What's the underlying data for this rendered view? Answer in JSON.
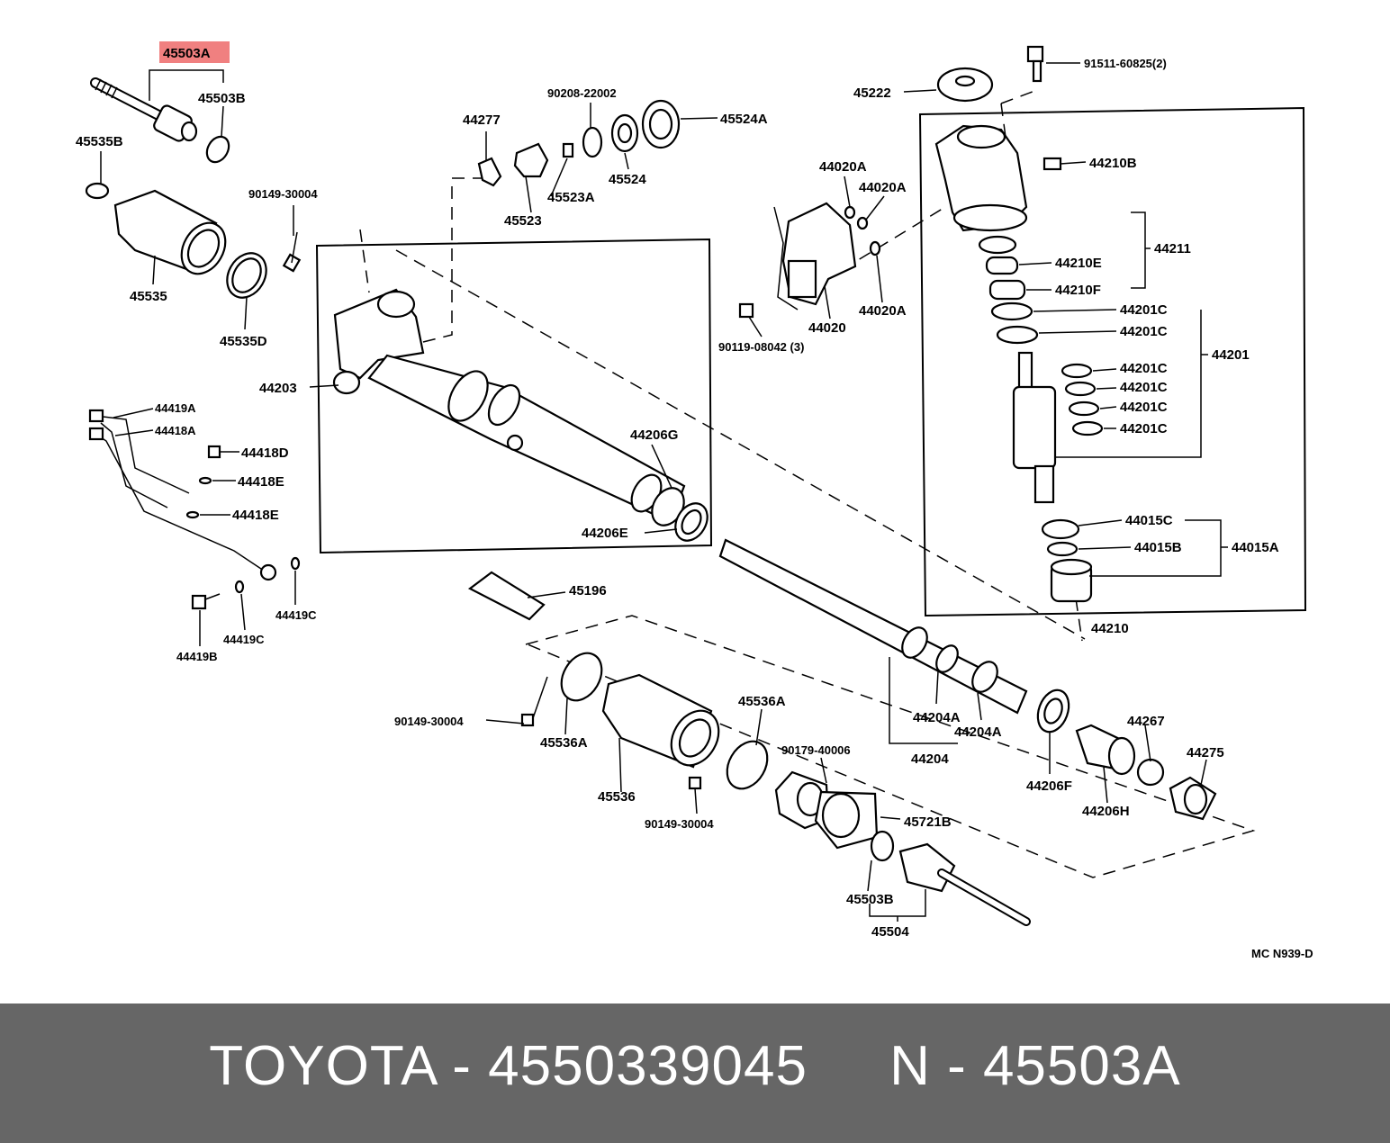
{
  "diagram": {
    "highlight_color": "#f08080",
    "highlighted_part": "45503A",
    "labels": {
      "l45503A": "45503A",
      "l45503B_top": "45503B",
      "l45535B": "45535B",
      "l45535": "45535",
      "l45535D": "45535D",
      "l90149_top": "90149-30004",
      "l44277": "44277",
      "l90208": "90208-22002",
      "l45524A": "45524A",
      "l45524": "45524",
      "l45523A": "45523A",
      "l45523": "45523",
      "l45222": "45222",
      "l91511": "91511-60825(2)",
      "l44210B": "44210B",
      "l44211": "44211",
      "l44210E": "44210E",
      "l44210F": "44210F",
      "l44201C_1": "44201C",
      "l44201C_2": "44201C",
      "l44201": "44201",
      "l44201C_3": "44201C",
      "l44201C_4": "44201C",
      "l44201C_5": "44201C",
      "l44201C_6": "44201C",
      "l44015C": "44015C",
      "l44015B": "44015B",
      "l44015A": "44015A",
      "l44210": "44210",
      "l44020A_1": "44020A",
      "l44020A_2": "44020A",
      "l44020A_3": "44020A",
      "l44020": "44020",
      "l90119": "90119-08042 (3)",
      "l44203": "44203",
      "l44206G": "44206G",
      "l44206E": "44206E",
      "l44419A": "44419A",
      "l44418A": "44418A",
      "l44418D": "44418D",
      "l44418E_1": "44418E",
      "l44418E_2": "44418E",
      "l44419C_1": "44419C",
      "l44419C_2": "44419C",
      "l44419B": "44419B",
      "l45196": "45196",
      "l90149_mid": "90149-30004",
      "l45536A_1": "45536A",
      "l45536A_2": "45536A",
      "l45536": "45536",
      "l90149_bot": "90149-30004",
      "l90179": "90179-40006",
      "l45721B": "45721B",
      "l45503B_bot": "45503B",
      "l45504": "45504",
      "l44204A_1": "44204A",
      "l44204A_2": "44204A",
      "l44204": "44204",
      "l44206F": "44206F",
      "l44267": "44267",
      "l44206H": "44206H",
      "l44275": "44275",
      "code": "MC N939-D"
    }
  },
  "footer": {
    "text": "TOYOTA - 4550339045     N - 45503A"
  }
}
